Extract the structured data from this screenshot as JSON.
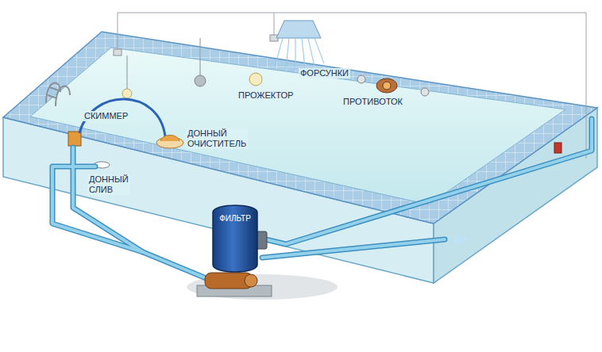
{
  "diagram": {
    "nodes": [
      {
        "text": [
          "ФИЛЬТР"
        ]
      }
    ],
    "labels": [
      "ФОРСУНКИ",
      "ПРОЖЕКТОР",
      "ПРОТИВОТОК",
      "СКИММЕР",
      "ДОННЫЙ ОЧИСТИТЕЛЬ",
      "ДОННЫЙ СЛИВ"
    ]
  }
}
